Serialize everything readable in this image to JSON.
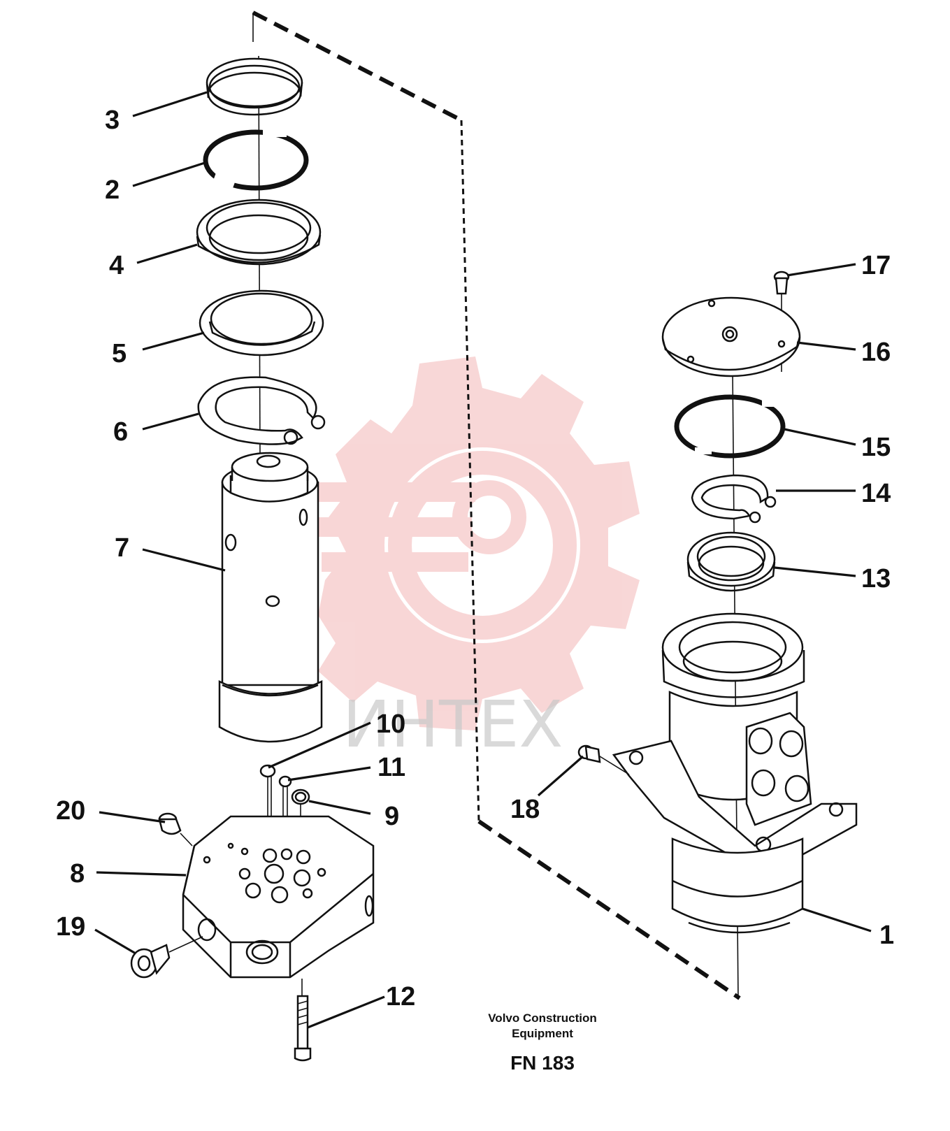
{
  "diagram": {
    "watermark_text": "ИНТЕХ",
    "footer": {
      "brand_line1": "Volvo Construction",
      "brand_line2": "Equipment",
      "figure_code": "FN 183"
    },
    "callouts": {
      "c1": "1",
      "c2": "2",
      "c3": "3",
      "c4": "4",
      "c5": "5",
      "c6": "6",
      "c7": "7",
      "c8": "8",
      "c9": "9",
      "c10": "10",
      "c11": "11",
      "c12": "12",
      "c13": "13",
      "c14": "14",
      "c15": "15",
      "c16": "16",
      "c17": "17",
      "c18": "18",
      "c19": "19",
      "c20": "20"
    },
    "colors": {
      "ink": "#111111",
      "watermark_gear": "#f3b6b6",
      "watermark_text": "#c9c9c9"
    }
  }
}
